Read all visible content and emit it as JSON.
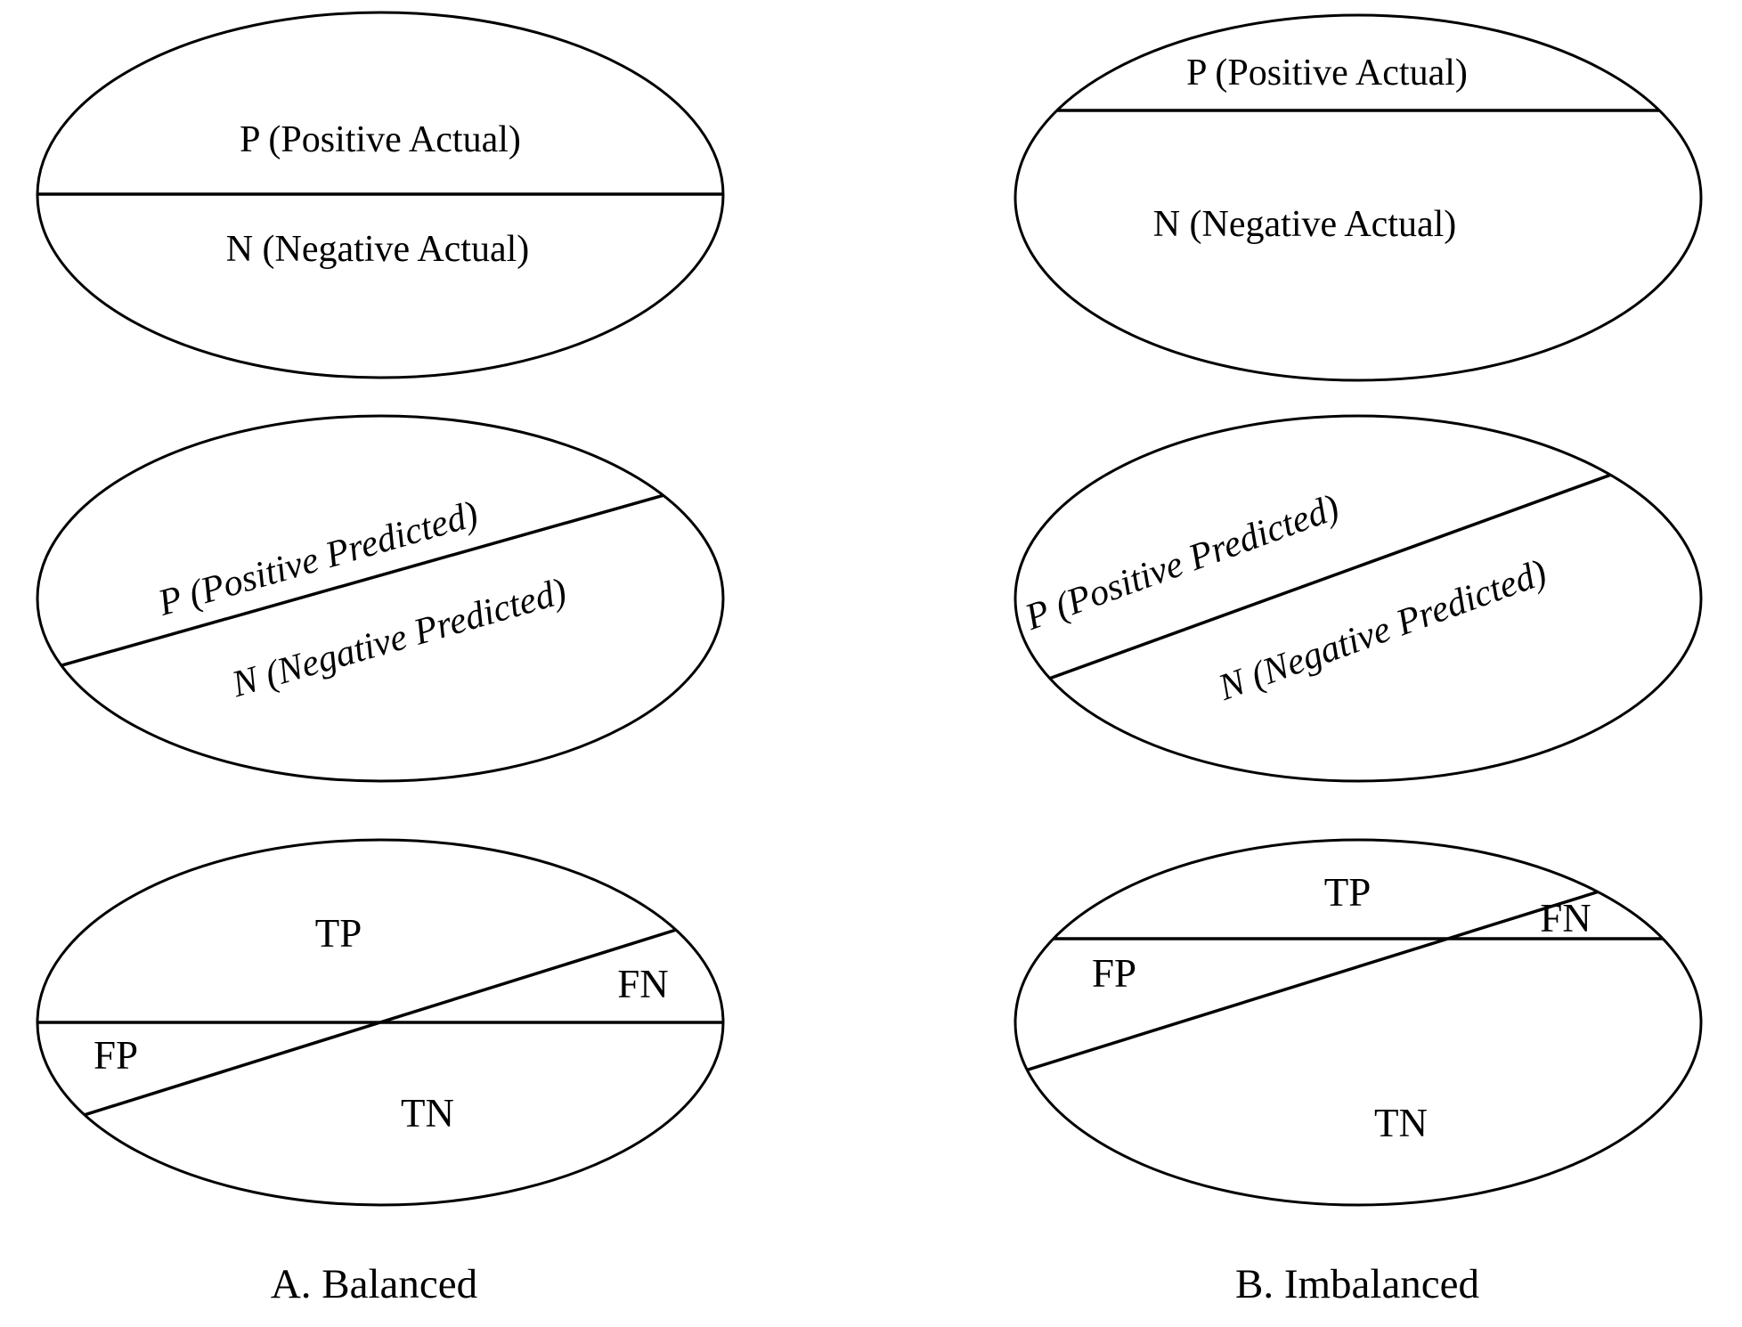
{
  "figure": {
    "description": "Two-column diagram of ellipses comparing balanced vs imbalanced classification splits",
    "colors": {
      "ink": "#000000",
      "background": "#ffffff"
    },
    "panels": [
      {
        "id": "A",
        "caption": "A. Balanced",
        "actual": {
          "p": "P (Positive Actual)",
          "n": "N (Negative Actual)"
        },
        "predicted": {
          "p": "P (Positive Predicted)",
          "n": "N (Negative Predicted)"
        },
        "confusion": {
          "tp": "TP",
          "fn": "FN",
          "fp": "FP",
          "tn": "TN"
        }
      },
      {
        "id": "B",
        "caption": "B. Imbalanced",
        "actual": {
          "p": "P (Positive Actual)",
          "n": "N (Negative Actual)"
        },
        "predicted": {
          "p": "P (Positive Predicted)",
          "n": "N (Negative Predicted)"
        },
        "confusion": {
          "tp": "TP",
          "fn": "FN",
          "fp": "FP",
          "tn": "TN"
        }
      }
    ]
  }
}
